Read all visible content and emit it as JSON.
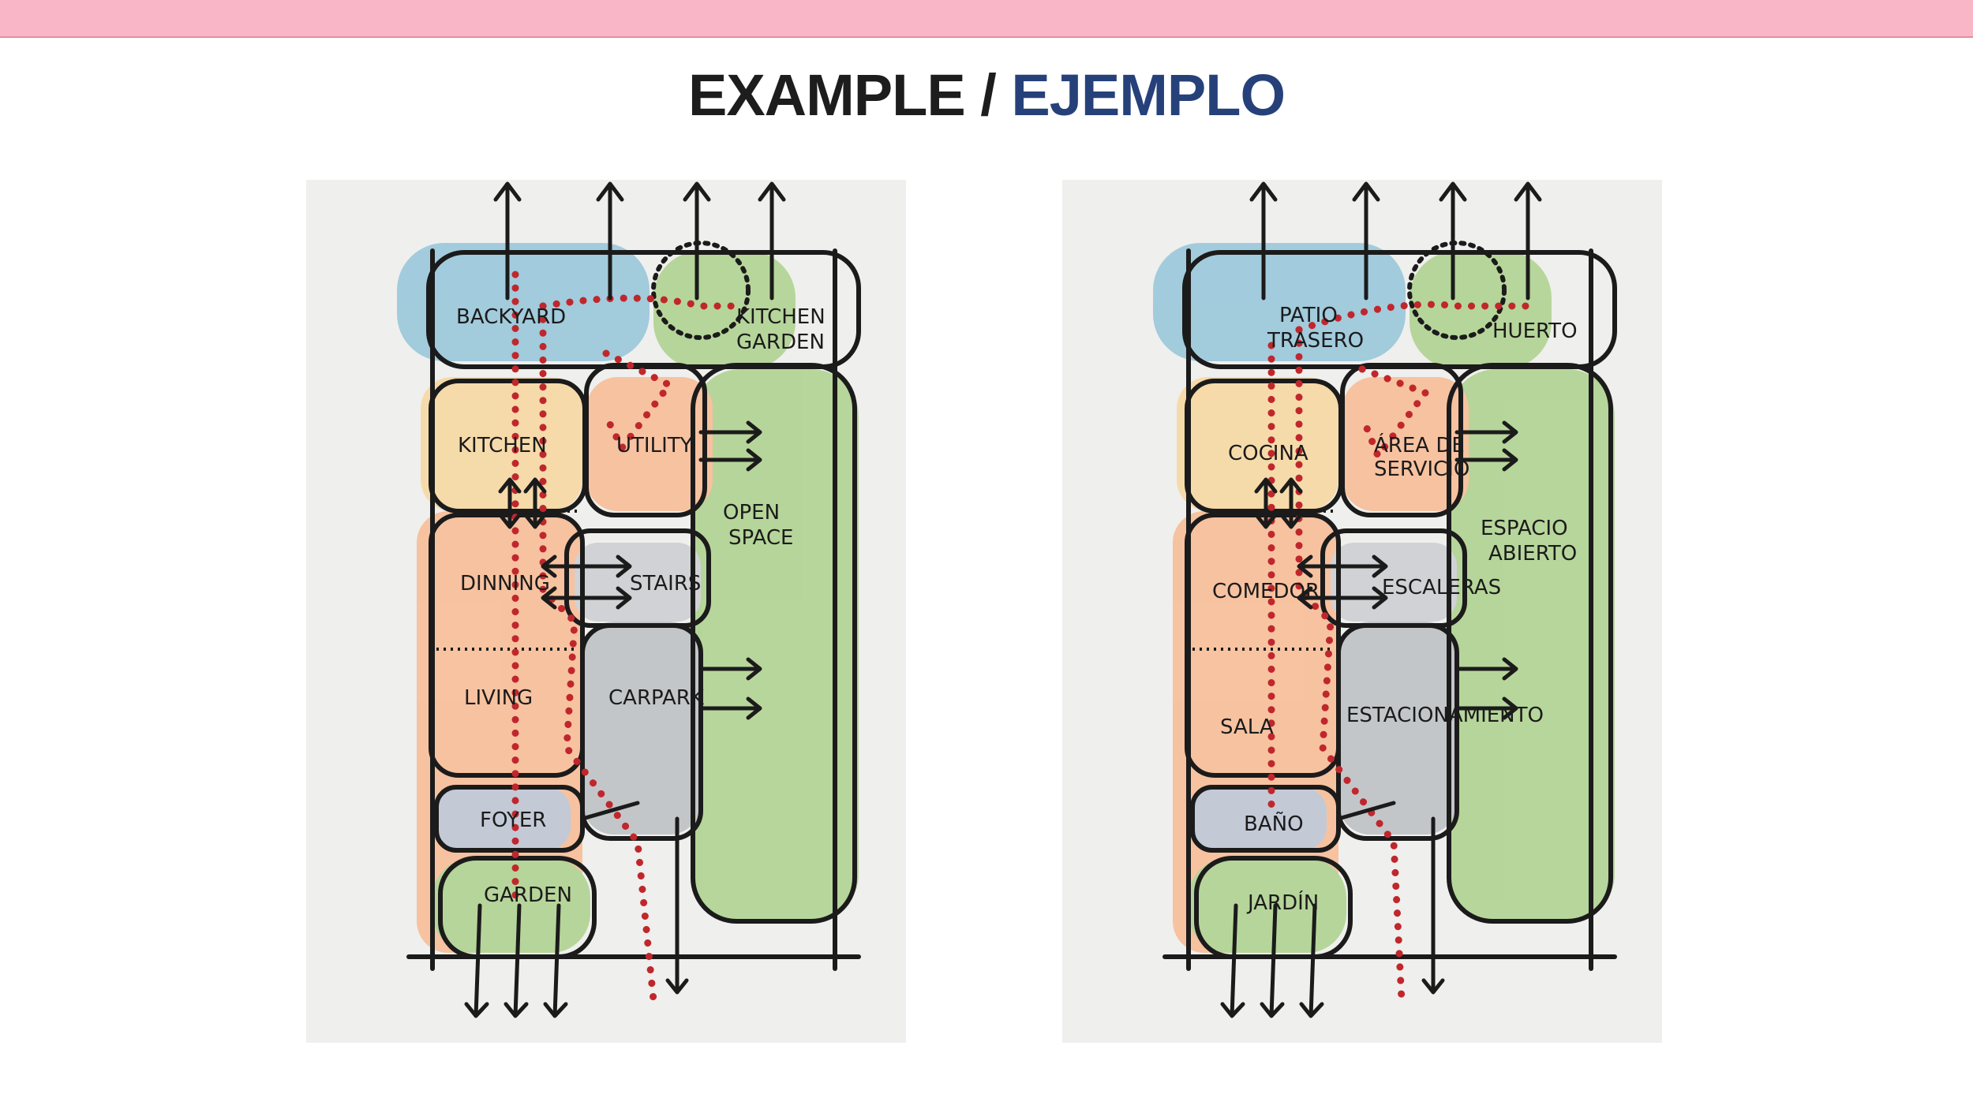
{
  "header": {
    "title_en": "EXAMPLE",
    "title_separator": " / ",
    "title_es": "EJEMPLO",
    "accent_color": "#26417a",
    "bar_color": "#f8b6c7"
  },
  "diagram_en": {
    "labels": {
      "backyard": "BACKYARD",
      "kitchen_garden_1": "KITCHEN",
      "kitchen_garden_2": "GARDEN",
      "kitchen": "KITCHEN",
      "utility": "UTILITY",
      "open_space_1": "OPEN",
      "open_space_2": "SPACE",
      "dinning": "DINNING",
      "stairs": "STAIRS",
      "living": "LIVING",
      "carpark": "CARPARK",
      "foyer": "FOYER",
      "garden": "GARDEN"
    }
  },
  "diagram_es": {
    "labels": {
      "backyard_1": "PATIO",
      "backyard_2": "TRASERO",
      "kitchen_garden": "HUERTO",
      "kitchen": "COCINA",
      "utility_1": "ÁREA DE",
      "utility_2": "SERVICIO",
      "open_space_1": "ESPACIO",
      "open_space_2": "ABIERTO",
      "dinning": "COMEDOR",
      "stairs": "ESCALERAS",
      "living": "SALA",
      "carpark": "ESTACIONAMIENTO",
      "foyer": "BAÑO",
      "garden": "JARDÍN"
    }
  },
  "colors": {
    "blue": "#8fc3d8",
    "green": "#a9cf86",
    "orange": "#f9b88d",
    "yellow": "#f8d699",
    "gray": "#b9bcc1",
    "line": "#1b1b1b",
    "path": "#c0272d"
  }
}
